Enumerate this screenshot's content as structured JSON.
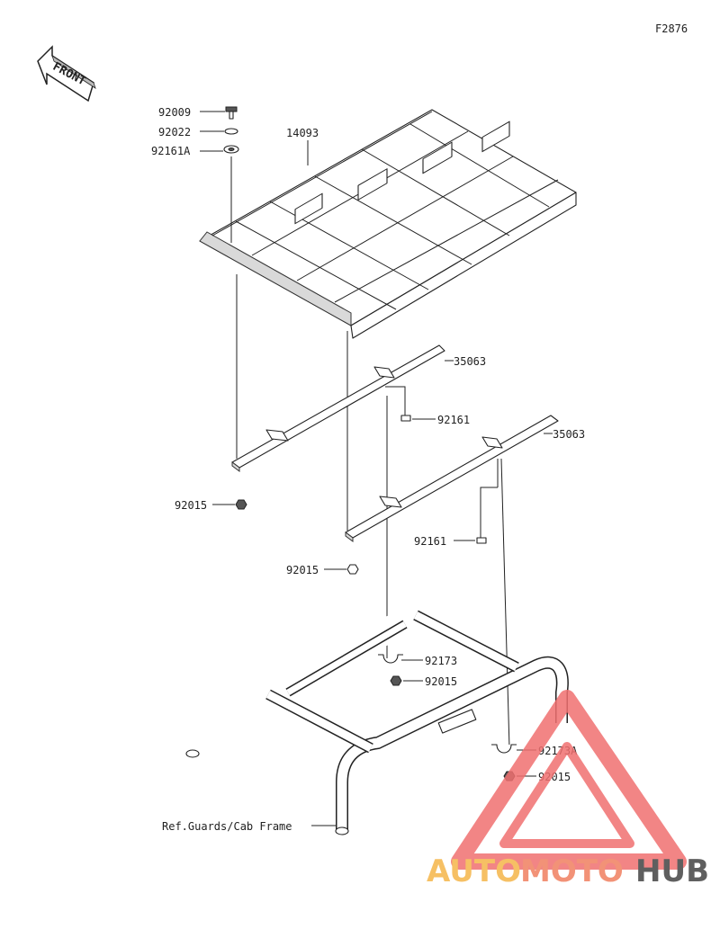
{
  "diagram_id": "F2876",
  "front_label": "FRONT",
  "parts": {
    "roof": "14093",
    "bolt": "92009",
    "washer": "92022",
    "spacer_top": "92161A",
    "bracket_upper": "35063",
    "bracket_lower": "35063",
    "spacer_upper": "92161",
    "spacer_lower": "92161",
    "nut_left": "92015",
    "nut_mid": "92015",
    "clamp_upper": "92173",
    "nut_clamp_upper": "92015",
    "clamp_lower": "92173A",
    "nut_clamp_lower": "92015"
  },
  "reference": "Ref.Guards/Cab Frame",
  "watermark": {
    "part1": "AUTO",
    "part2": "MOTO",
    "part3": "HUB",
    "colors": {
      "auto": "#f5b64a",
      "moto": "#f08060",
      "hub": "#444444",
      "triangle": "#f07070"
    }
  }
}
